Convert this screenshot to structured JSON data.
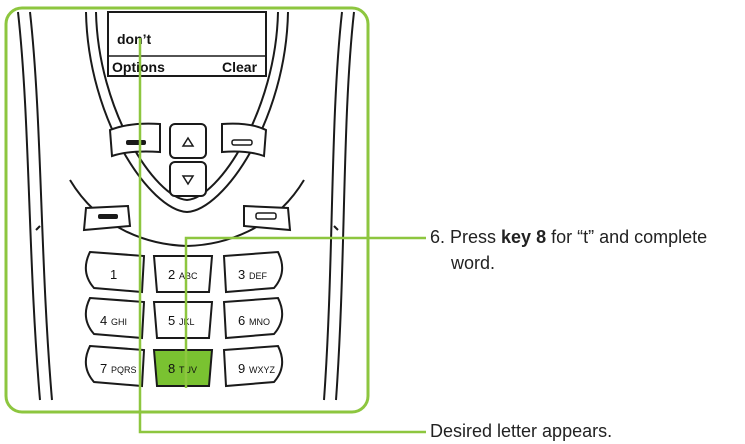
{
  "screen": {
    "text": "don’t",
    "softkey_left": "Options",
    "softkey_right": "Clear"
  },
  "keypad": {
    "keys": [
      {
        "digit": "1",
        "letters": ""
      },
      {
        "digit": "2",
        "letters": "ABC"
      },
      {
        "digit": "3",
        "letters": "DEF"
      },
      {
        "digit": "4",
        "letters": "GHI"
      },
      {
        "digit": "5",
        "letters": "JKL"
      },
      {
        "digit": "6",
        "letters": "MNO"
      },
      {
        "digit": "7",
        "letters": "PQRS"
      },
      {
        "digit": "8",
        "letters": "TUV"
      },
      {
        "digit": "9",
        "letters": "WXYZ"
      }
    ],
    "highlighted_digit": "8"
  },
  "nav_icons": [
    "up-arrow-icon",
    "down-arrow-icon"
  ],
  "callouts": {
    "step": {
      "prefix": "6. Press ",
      "bold": "key 8",
      "middle": " for “t” and complete",
      "line2": "word."
    },
    "result": "Desired letter appears."
  },
  "colors": {
    "accent": "#8dc63f",
    "highlight_key": "#7ac231",
    "ink": "#1a1a1a"
  }
}
